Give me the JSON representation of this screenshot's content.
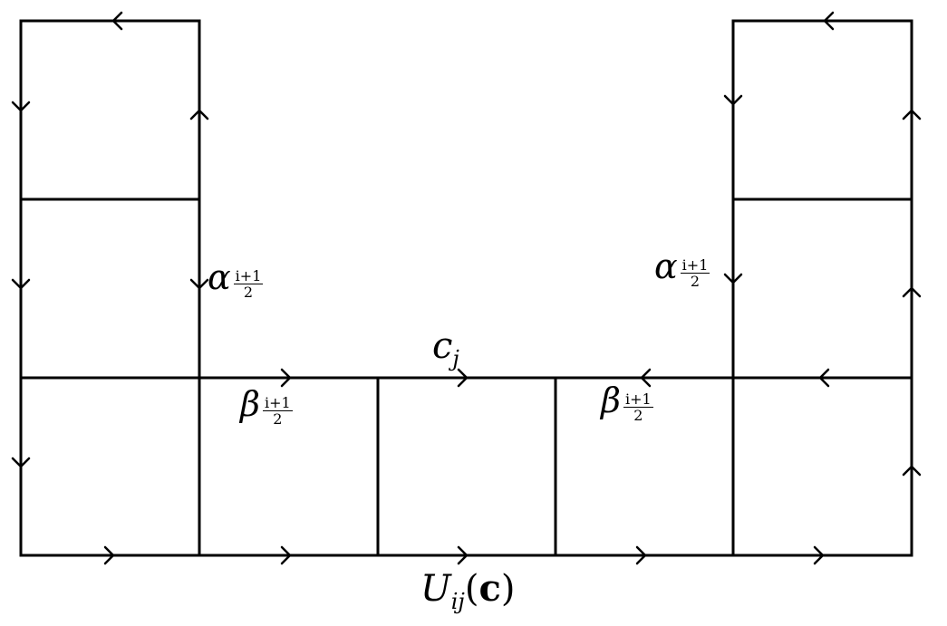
{
  "labels": {
    "alpha_left": {
      "symbol": "α",
      "num": "i+1",
      "den": "2"
    },
    "alpha_right": {
      "symbol": "α",
      "num": "i+1",
      "den": "2"
    },
    "beta_left": {
      "symbol": "β",
      "num": "i+1",
      "den": "2"
    },
    "beta_right": {
      "symbol": "β",
      "num": "i+1",
      "den": "2"
    },
    "c_j": {
      "base": "c",
      "sub": "j"
    },
    "u_ij": {
      "base": "U",
      "sub": "ij",
      "open": "(",
      "arg": "c",
      "close": ")"
    }
  }
}
